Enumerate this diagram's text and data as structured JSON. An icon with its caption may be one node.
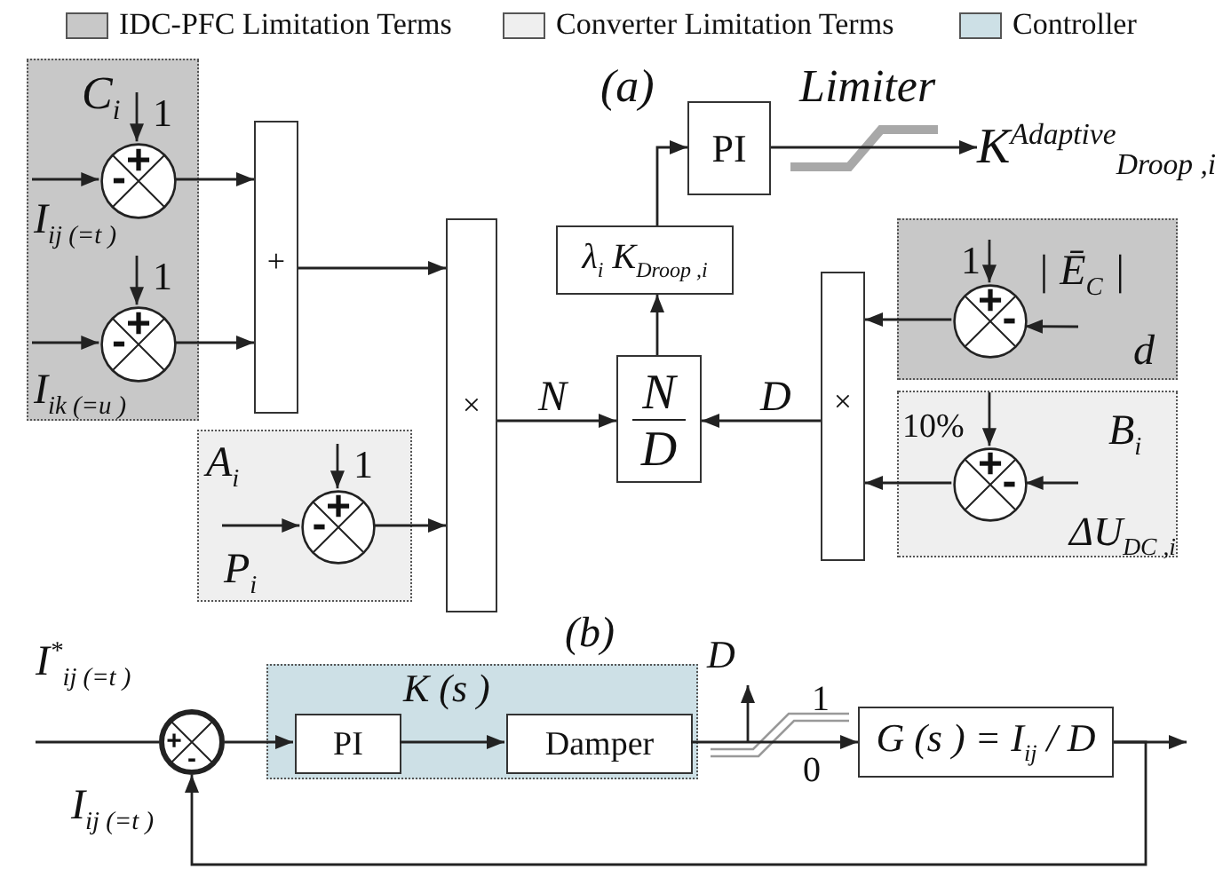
{
  "diagram": {
    "nodes": [
      {
        "text": [
          "C$_{i}$"
        ]
      },
      {
        "text": [
          "+",
          "-"
        ],
        "in": 0
      },
      {
        "text": [
          "+",
          "-"
        ],
        "in": 0
      },
      {
        "text": [
          "+"
        ]
      },
      {
        "text": [
          "A$_{i}$"
        ]
      },
      {
        "text": [
          "+",
          "-"
        ],
        "in": 4
      },
      {
        "text": [
          "×"
        ]
      },
      {
        "text": [
          "N",
          "D"
        ]
      },
      {
        "text": [
          "λ$_{i}$ K$_{Droop ,i}$"
        ]
      },
      {
        "text": [
          "PI"
        ]
      },
      {
        "text": [
          "K$^{Adaptive}$$_{Droop ,i}$"
        ]
      },
      {
        "text": [
          "d"
        ]
      },
      {
        "text": [
          "+",
          "-"
        ],
        "in": 11
      },
      {
        "text": [
          "B$_{i}$"
        ]
      },
      {
        "text": [
          "+",
          "-"
        ],
        "in": 13
      },
      {
        "text": [
          "×"
        ]
      },
      {
        "text": [
          "1"
        ],
        "in": 0
      },
      {
        "text": [
          "I$_{ij (=t )}$"
        ],
        "in": 0
      },
      {
        "text": [
          "1"
        ],
        "in": 0
      },
      {
        "text": [
          "I$_{ik (=u )}$"
        ],
        "in": 0
      },
      {
        "text": [
          "1"
        ],
        "in": 4
      },
      {
        "text": [
          "P$_{i}$"
        ],
        "in": 4
      },
      {
        "text": [
          "1"
        ],
        "in": 11
      },
      {
        "text": [
          "| Ē$_{C}$ |"
        ],
        "in": 11
      },
      {
        "text": [
          "10%"
        ],
        "in": 13
      },
      {
        "text": [
          "ΔU$_{DC ,i}$"
        ],
        "in": 13
      },
      {
        "text": [
          "I$^{*}$$_{ij (=t )}$"
        ]
      },
      {
        "text": [
          "+",
          "-"
        ]
      },
      {
        "text": [
          "K (s )"
        ]
      },
      {
        "text": [
          "PI"
        ],
        "in": 28
      },
      {
        "text": [
          "Damper"
        ],
        "in": 28
      },
      {
        "text": [
          "D"
        ]
      },
      {
        "text": [
          "G (s ) = I$_{ij}$ / D"
        ]
      }
    ],
    "edges": [
      {
        "from": 16,
        "to": 1,
        "arrow": "to"
      },
      {
        "from": 17,
        "to": 1,
        "arrow": "to"
      },
      {
        "from": 18,
        "to": 2,
        "arrow": "to"
      },
      {
        "from": 19,
        "to": 2,
        "arrow": "to"
      },
      {
        "from": 1,
        "to": 3,
        "arrow": "to"
      },
      {
        "from": 2,
        "to": 3,
        "arrow": "to"
      },
      {
        "from": 3,
        "to": 6,
        "arrow": "to"
      },
      {
        "from": 20,
        "to": 5,
        "arrow": "to"
      },
      {
        "from": 21,
        "to": 5,
        "arrow": "to"
      },
      {
        "from": 5,
        "to": 6,
        "arrow": "to"
      },
      {
        "from": 6,
        "to": 7,
        "arrow": "to",
        "label": "N"
      },
      {
        "from": 15,
        "to": 7,
        "arrow": "to",
        "label": "D"
      },
      {
        "from": 7,
        "to": 8,
        "arrow": "to"
      },
      {
        "from": 8,
        "to": 9,
        "arrow": "to"
      },
      {
        "from": 9,
        "to": 10,
        "arrow": "to"
      },
      {
        "from": 22,
        "to": 12,
        "arrow": "to"
      },
      {
        "from": 23,
        "to": 12,
        "arrow": "to"
      },
      {
        "from": 12,
        "to": 15,
        "arrow": "to"
      },
      {
        "from": 24,
        "to": 14,
        "arrow": "to"
      },
      {
        "from": 25,
        "to": 14,
        "arrow": "to"
      },
      {
        "from": 14,
        "to": 15,
        "arrow": "to"
      },
      {
        "from": 26,
        "to": 27,
        "arrow": "none"
      },
      {
        "from": 27,
        "to": 29,
        "arrow": "to"
      },
      {
        "from": 29,
        "to": 30,
        "arrow": "to"
      },
      {
        "from": 30,
        "to": 32,
        "arrow": "to"
      },
      {
        "from": null,
        "to": 31,
        "arrow": "to"
      },
      {
        "from": 32,
        "to": null,
        "arrow": "to"
      },
      {
        "from": 32,
        "to": 27,
        "arrow": "to"
      }
    ],
    "labels": [
      "(a)",
      "Limiter",
      "(b)",
      "1",
      "0",
      "I$_{ij (=t )}$"
    ],
    "legend": [
      {
        "text": "IDC-PFC Limitation Terms",
        "color": "#c8c8c8"
      },
      {
        "text": "Converter Limitation Terms",
        "color": "#efefef"
      },
      {
        "text": "Controller",
        "color": "#cde0e6"
      }
    ]
  }
}
